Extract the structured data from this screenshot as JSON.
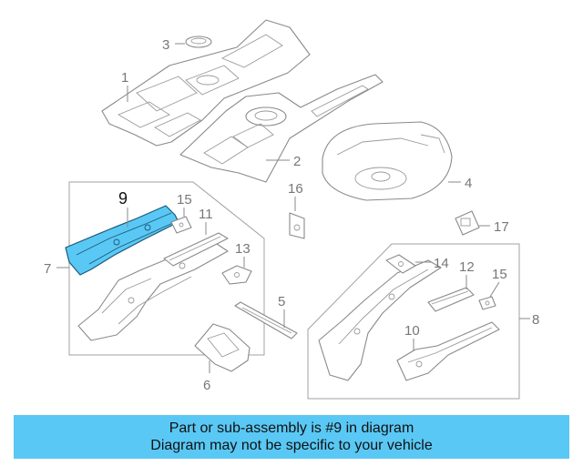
{
  "callouts": {
    "c1": "1",
    "c2": "2",
    "c3": "3",
    "c4": "4",
    "c5": "5",
    "c6": "6",
    "c7": "7",
    "c8": "8",
    "c9": "9",
    "c10": "10",
    "c11": "11",
    "c12": "12",
    "c13": "13",
    "c14": "14",
    "c15a": "15",
    "c15b": "15",
    "c16": "16",
    "c17": "17"
  },
  "highlighted_part": "9",
  "colors": {
    "highlight": "#5ac8f5",
    "banner": "#5ac8f5",
    "line": "#8a8a8a"
  },
  "banner": {
    "line1": "Part or sub-assembly is #9 in diagram",
    "line2": "Diagram may not be specific to your vehicle"
  }
}
